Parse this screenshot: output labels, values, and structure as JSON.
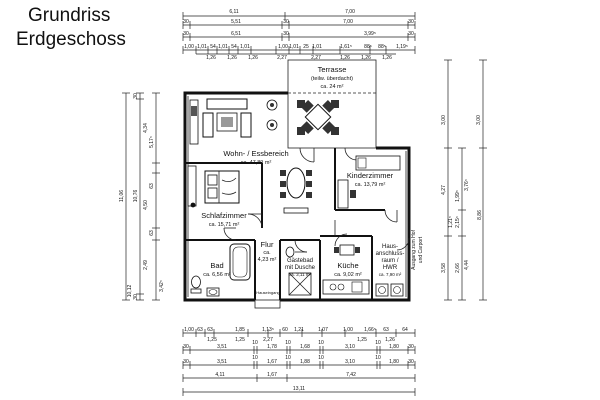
{
  "title": {
    "line1": "Grundriss",
    "line2": "Erdgeschoss"
  },
  "rooms": {
    "terrasse": {
      "name": "Terrasse",
      "sub": "(teilw. überdacht)",
      "area": "ca. 24 m²"
    },
    "wohn": {
      "name": "Wohn- / Essbereich",
      "area": "ca. 47,89 m²"
    },
    "kinder": {
      "name": "Kinderzimmer",
      "area": "ca. 13,79 m²"
    },
    "schlaf": {
      "name": "Schlafzimmer",
      "area": "ca. 15,71 m²"
    },
    "bad": {
      "name": "Bad",
      "area": "ca. 6,56 m²"
    },
    "flur": {
      "name": "Flur",
      "area_prefix": "ca.",
      "area": "4,23 m²"
    },
    "gaeste": {
      "name1": "Gästebad",
      "name2": "mit Dusche",
      "area": "ca. 3,11 m²"
    },
    "kueche": {
      "name": "Küche",
      "area": "ca. 9,02 m²"
    },
    "hwr": {
      "name1": "Haus-",
      "name2": "anschluss-",
      "name3": "raum /",
      "name4": "HWR",
      "area": "ca. 7,90 m²"
    }
  },
  "side_note": {
    "line1": "Ausgang zum Hof",
    "line2": "und Carport"
  },
  "hausgang": "Hauseingang",
  "dims_top": {
    "row1": [
      "6,11",
      "7,00"
    ],
    "row2": [
      "30",
      "5,51",
      "30",
      "7,00",
      "30"
    ],
    "row3": [
      "30",
      "6,51",
      "30",
      "3,99⁵",
      "30"
    ],
    "row4": [
      "1,00",
      "1,01",
      "54",
      "1,01",
      "54",
      "1,01",
      "1,00",
      "1,01",
      "25",
      "1,01",
      "1,61⁵",
      "88⁵",
      "88⁵",
      "1,19⁵"
    ],
    "row5": [
      "1,26",
      "1,26",
      "1,26",
      "2,27",
      "2,27",
      "1,26",
      "1,26",
      "1,26"
    ]
  },
  "dims_bottom": {
    "row1": [
      "1,00",
      "63",
      "63",
      "1,85",
      "1,13⁵",
      "60",
      "1,21",
      "1,07",
      "1,00",
      "1,66⁵",
      "63",
      "64"
    ],
    "row2": [
      "1,25",
      "1,25",
      "2,27",
      "1,25",
      "1,26"
    ],
    "row3": [
      "30",
      "3,51",
      "10",
      "1,78",
      "10",
      "1,68",
      "10",
      "3,10",
      "10",
      "1,80",
      "30"
    ],
    "row4": [
      "30",
      "3,51",
      "10",
      "1,67",
      "10",
      "1,88",
      "10",
      "3,10",
      "10",
      "1,80",
      "30"
    ],
    "row5": [
      "4,11",
      "1,67",
      "7,42"
    ],
    "row6": [
      "13,11"
    ]
  },
  "dims_left": {
    "outer": "11,06",
    "middle": [
      "30",
      "10,76",
      "30"
    ],
    "inner": [
      "5,17⁵",
      "4,34",
      "63",
      "4,50",
      "63",
      "2,49",
      "3,42⁵",
      "10,12"
    ]
  },
  "dims_right": {
    "outer": [
      "3,00",
      "3,00"
    ],
    "middle": [
      "4,27",
      "3,58",
      "2,66",
      "3,76⁵"
    ],
    "inner": [
      "8,86",
      "4,44",
      "2,15⁵",
      "1,21⁵",
      "1,99⁵"
    ]
  }
}
